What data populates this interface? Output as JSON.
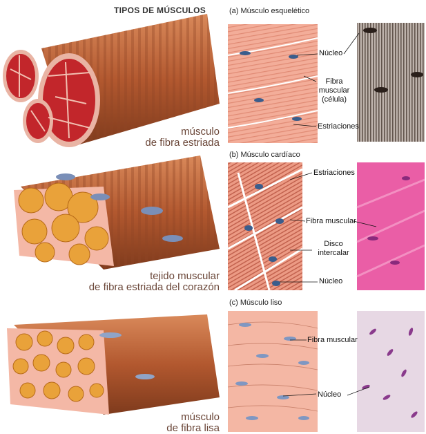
{
  "title": "TIPOS DE MÚSCULOS",
  "captions": {
    "skeletal": [
      "músculo",
      "de fibra estriada"
    ],
    "cardiac": [
      "tejido muscular",
      "de fibra estriada del corazón"
    ],
    "smooth": [
      "músculo",
      "de fibra lisa"
    ]
  },
  "sections": {
    "a": {
      "title": "(a) Músculo esquelético",
      "labels": {
        "nucleus": "Núcleo",
        "fiber": "Fibra muscular",
        "fiber_note": "(célula)",
        "striations": "Estriaciones"
      }
    },
    "b": {
      "title": "(b) Músculo cardíaco",
      "labels": {
        "striations": "Estriaciones",
        "fiber": "Fibra muscular",
        "disc1": "Disco",
        "disc2": "intercalar",
        "nucleus": "Núcleo"
      }
    },
    "c": {
      "title": "(c) Músculo liso",
      "labels": {
        "fiber": "Fibra muscular",
        "nucleus": "Núcleo"
      }
    }
  },
  "colors": {
    "muscle_brown": "#b5643a",
    "muscle_red": "#c4282c",
    "cell_pink": "#f2a592",
    "fat_orange": "#e9a23a",
    "nucleus_blue": "#7a8fb8",
    "stain_pink": "#e44fa0",
    "stain_purple": "#8a3a8c"
  }
}
